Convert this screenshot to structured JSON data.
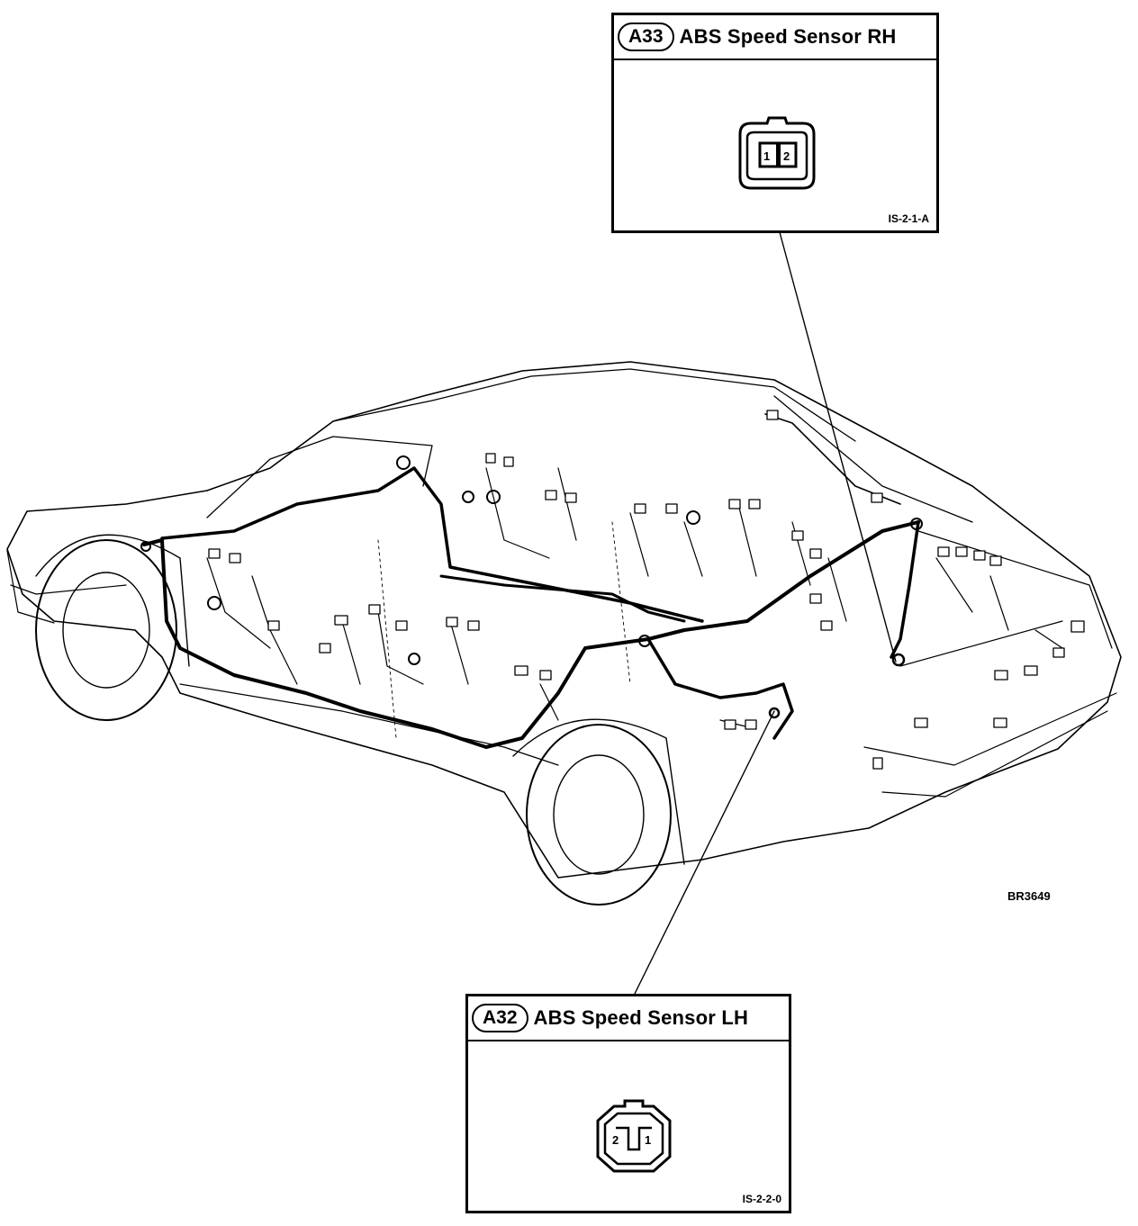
{
  "figure": {
    "code": "BR3649"
  },
  "connectors": {
    "a33": {
      "code": "A33",
      "name": "ABS Speed Sensor RH",
      "ref": "IS-2-1-A",
      "pins": [
        "1",
        "2"
      ]
    },
    "a32": {
      "code": "A32",
      "name": "ABS Speed Sensor LH",
      "ref": "IS-2-2-0",
      "pins": [
        "2",
        "1"
      ]
    }
  },
  "colors": {
    "ink": "#000000",
    "paper": "#ffffff"
  }
}
